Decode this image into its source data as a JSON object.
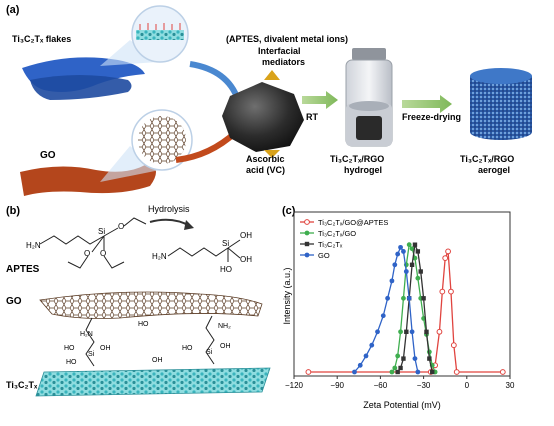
{
  "panel_a": {
    "label": "(a)",
    "ti3c2tx_flakes": "Ti₃C₂Tₓ flakes",
    "go": "GO",
    "mediators_line1": "(APTES, divalent metal ions)",
    "mediators_line2": "Interfacial",
    "mediators_line3": "mediators",
    "ascorbic_line1": "Ascorbic",
    "ascorbic_line2": "acid (VC)",
    "rt": "RT",
    "freeze_drying": "Freeze-drying",
    "hydrogel_line1": "Ti₃C₂Tₓ/RGO",
    "hydrogel_line2": "hydrogel",
    "aerogel_line1": "Ti₃C₂Tₓ/RGO",
    "aerogel_line2": "aerogel"
  },
  "panel_b": {
    "label": "(b)",
    "hydrolysis": "Hydrolysis",
    "aptes": "APTES",
    "go": "GO",
    "ti3c2tx": "Ti₃C₂Tₓ",
    "h2n": "H₂N",
    "si": "Si",
    "o": "O",
    "oh": "OH",
    "ho": "HO",
    "nh2": "NH₂"
  },
  "panel_c": {
    "label": "(c)",
    "chart_data": {
      "type": "line",
      "xlabel": "Zeta Potential (mV)",
      "ylabel": "Intensity (a.u.)",
      "xlim": [
        -120,
        30
      ],
      "ylim": [
        0,
        1.0
      ],
      "x_ticks": [
        -120,
        -90,
        -60,
        -30,
        0,
        30
      ],
      "legend_position": "top-left",
      "series": [
        {
          "name": "Ti₃C₂Tₓ/GO@APTES",
          "color": "#e0443f",
          "marker": "circle-open",
          "x": [
            -110,
            -25,
            -22,
            -19,
            -17,
            -15,
            -13,
            -11,
            -9,
            -7,
            25
          ],
          "y": [
            0,
            0,
            0.05,
            0.3,
            0.6,
            0.85,
            0.9,
            0.6,
            0.2,
            0,
            0
          ]
        },
        {
          "name": "Ti₃C₂Tₓ/GO",
          "color": "#3fae4f",
          "marker": "circle",
          "x": [
            -52,
            -50,
            -48,
            -46,
            -44,
            -42,
            -40,
            -38,
            -36,
            -34,
            -32,
            -30,
            -28,
            -26,
            -24,
            -22
          ],
          "y": [
            0,
            0.03,
            0.12,
            0.3,
            0.55,
            0.8,
            0.95,
            0.92,
            0.85,
            0.7,
            0.55,
            0.4,
            0.28,
            0.15,
            0.05,
            0
          ]
        },
        {
          "name": "Ti₃C₂Tₓ",
          "color": "#333333",
          "marker": "square",
          "x": [
            -48,
            -46,
            -44,
            -42,
            -40,
            -38,
            -36,
            -34,
            -32,
            -30,
            -28,
            -26,
            -24
          ],
          "y": [
            0,
            0.03,
            0.1,
            0.3,
            0.55,
            0.8,
            0.95,
            0.9,
            0.75,
            0.55,
            0.3,
            0.1,
            0
          ]
        },
        {
          "name": "GO",
          "color": "#2f63c7",
          "marker": "circle",
          "x": [
            -78,
            -74,
            -70,
            -66,
            -62,
            -58,
            -55,
            -52,
            -50,
            -48,
            -46,
            -44,
            -42,
            -40,
            -38,
            -36,
            -34
          ],
          "y": [
            0,
            0.05,
            0.12,
            0.2,
            0.3,
            0.42,
            0.55,
            0.68,
            0.8,
            0.88,
            0.93,
            0.9,
            0.75,
            0.55,
            0.3,
            0.1,
            0
          ]
        }
      ]
    }
  }
}
